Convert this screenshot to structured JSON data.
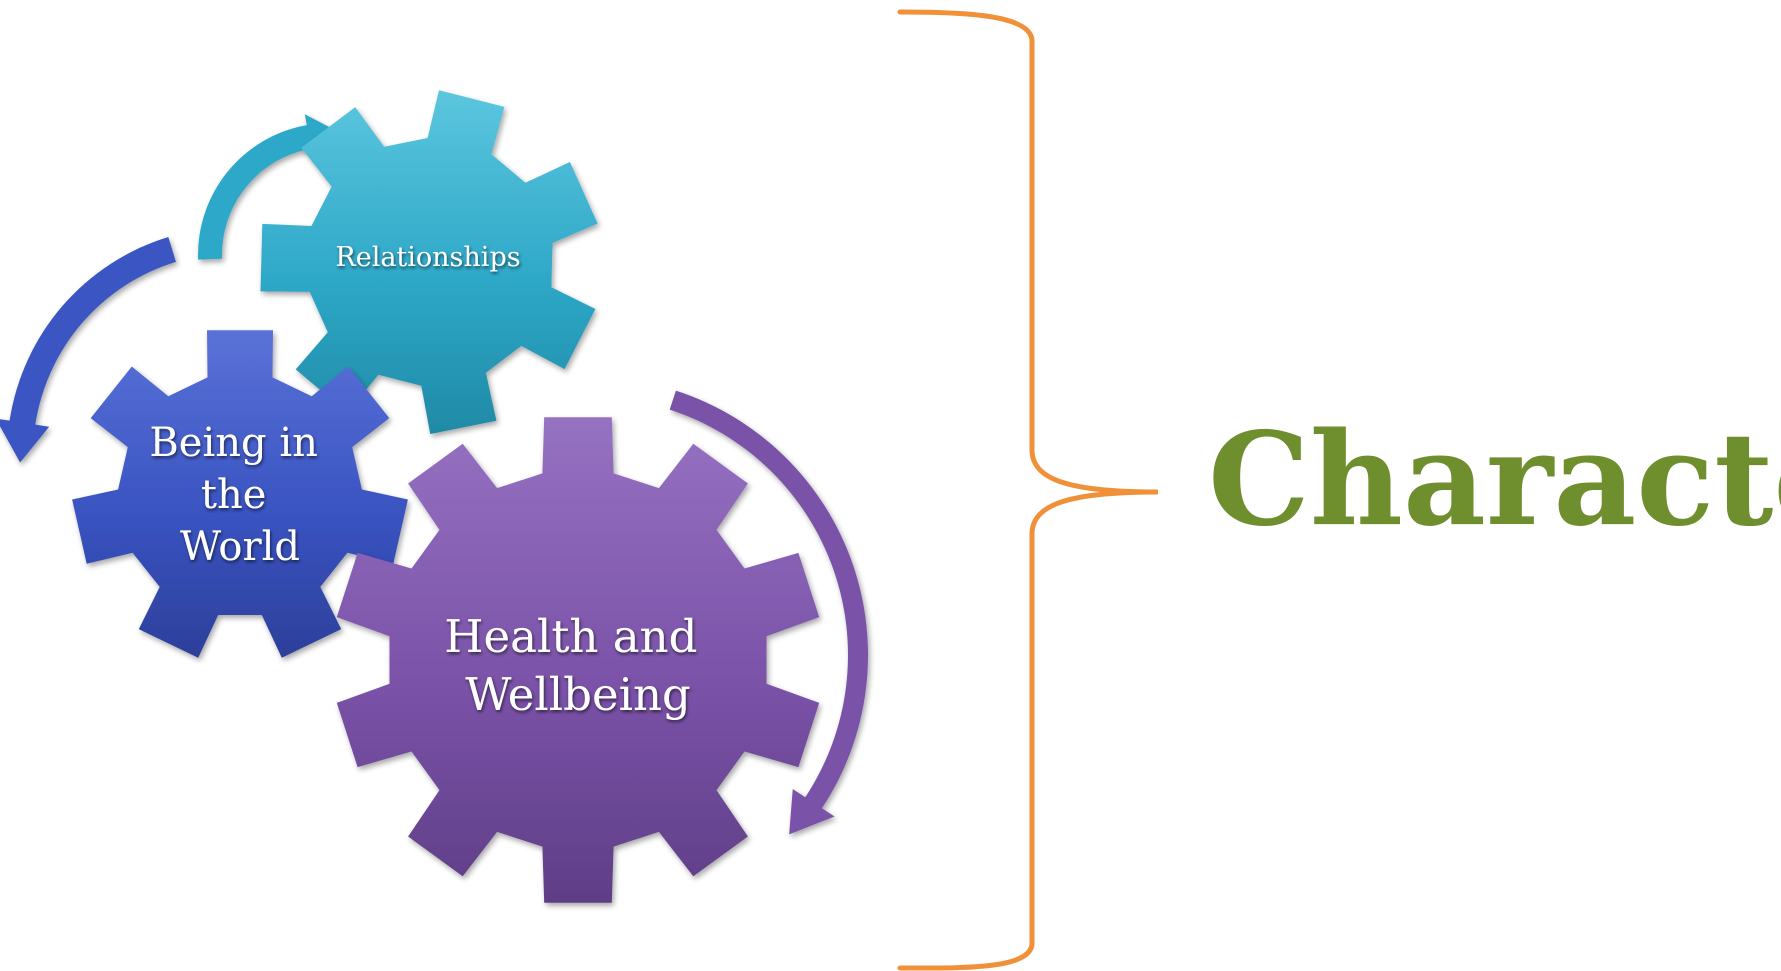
{
  "gears": [
    {
      "id": "relationships",
      "label_lines": [
        "Relationships"
      ],
      "color": "#2ea8c8",
      "color_light": "#5cc6de",
      "color_dark": "#1f8aa6"
    },
    {
      "id": "being-in-the-world",
      "label_lines": [
        "Being in",
        "the",
        "World"
      ],
      "color": "#3a54c2",
      "color_light": "#5a72d8",
      "color_dark": "#2c3f9a"
    },
    {
      "id": "health-and-wellbeing",
      "label_lines": [
        "Health and",
        "Wellbeing"
      ],
      "color": "#7a52a8",
      "color_light": "#9672c2",
      "color_dark": "#5f3e86"
    }
  ],
  "arrows": {
    "teal": "#2ea8c8",
    "blue": "#3a54c2",
    "purple": "#7a52a8"
  },
  "brace_color": "#f0913a",
  "character": {
    "text": "Character",
    "color": "#6f8f2e"
  }
}
